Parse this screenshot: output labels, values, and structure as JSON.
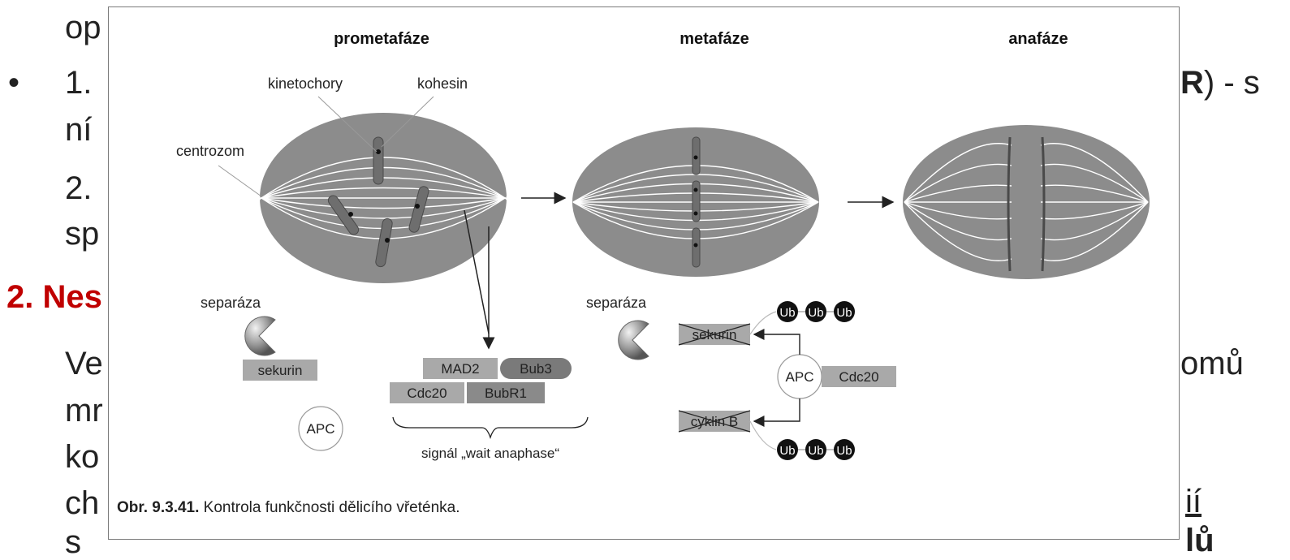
{
  "slide": {
    "line1": "op",
    "bullet": "•",
    "line2_start": "1.",
    "line2_end_bold": "R",
    "line2_end_rest": ") - s",
    "line3": "ní",
    "line4": "2.",
    "line5": "sp",
    "heading": "2. Nes",
    "line6_start": "Ve",
    "line6_end": "omů",
    "line7": "mr",
    "line8": "ko",
    "line9_start": "ch",
    "line9_end": "ií",
    "line10_start": "s",
    "line10_end": "lů"
  },
  "figure": {
    "phase_labels": [
      "prometafáze",
      "metafáze",
      "anafáze"
    ],
    "labels": {
      "kinetochory": "kinetochory",
      "kohesin": "kohesin",
      "centrozom": "centrozom",
      "separaza_left": "separáza",
      "separaza_right": "separáza",
      "sekurin_left": "sekurin",
      "sekurin_right": "sekurin",
      "apc_left": "APC",
      "apc_right": "APC",
      "mad2": "MAD2",
      "bub3": "Bub3",
      "cdc20_left": "Cdc20",
      "bubr1": "BubR1",
      "cdc20_right": "Cdc20",
      "cyklin": "cyklin B",
      "ub": "Ub",
      "signal": "signál „wait anaphase“"
    },
    "caption_bold": "Obr. 9.3.41.",
    "caption_text": " Kontrola funkčnosti dělicího vřeténka."
  }
}
